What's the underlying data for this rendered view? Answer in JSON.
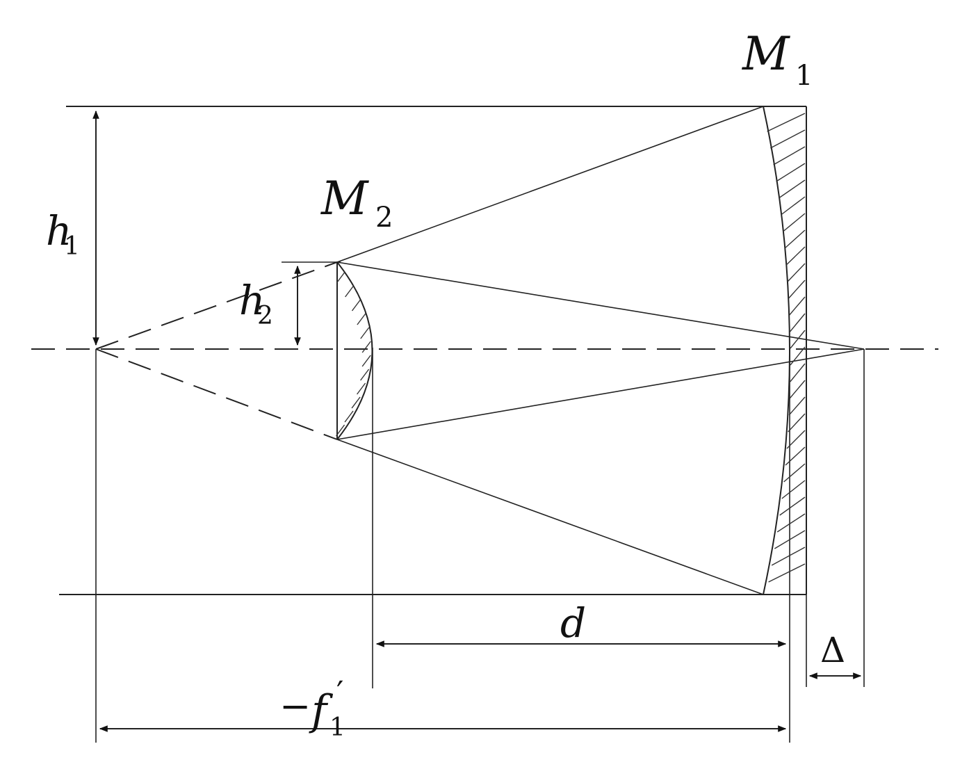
{
  "labels": {
    "m1": "M",
    "m1_sub": "1",
    "m2": "M",
    "m2_sub": "2",
    "h1": "h",
    "h1_sub": "1",
    "h2": "h",
    "h2_sub": "2",
    "d": "d",
    "delta": "Δ",
    "f_minus": "−",
    "f": "f",
    "f_sub": "1",
    "f_prime": "′"
  }
}
